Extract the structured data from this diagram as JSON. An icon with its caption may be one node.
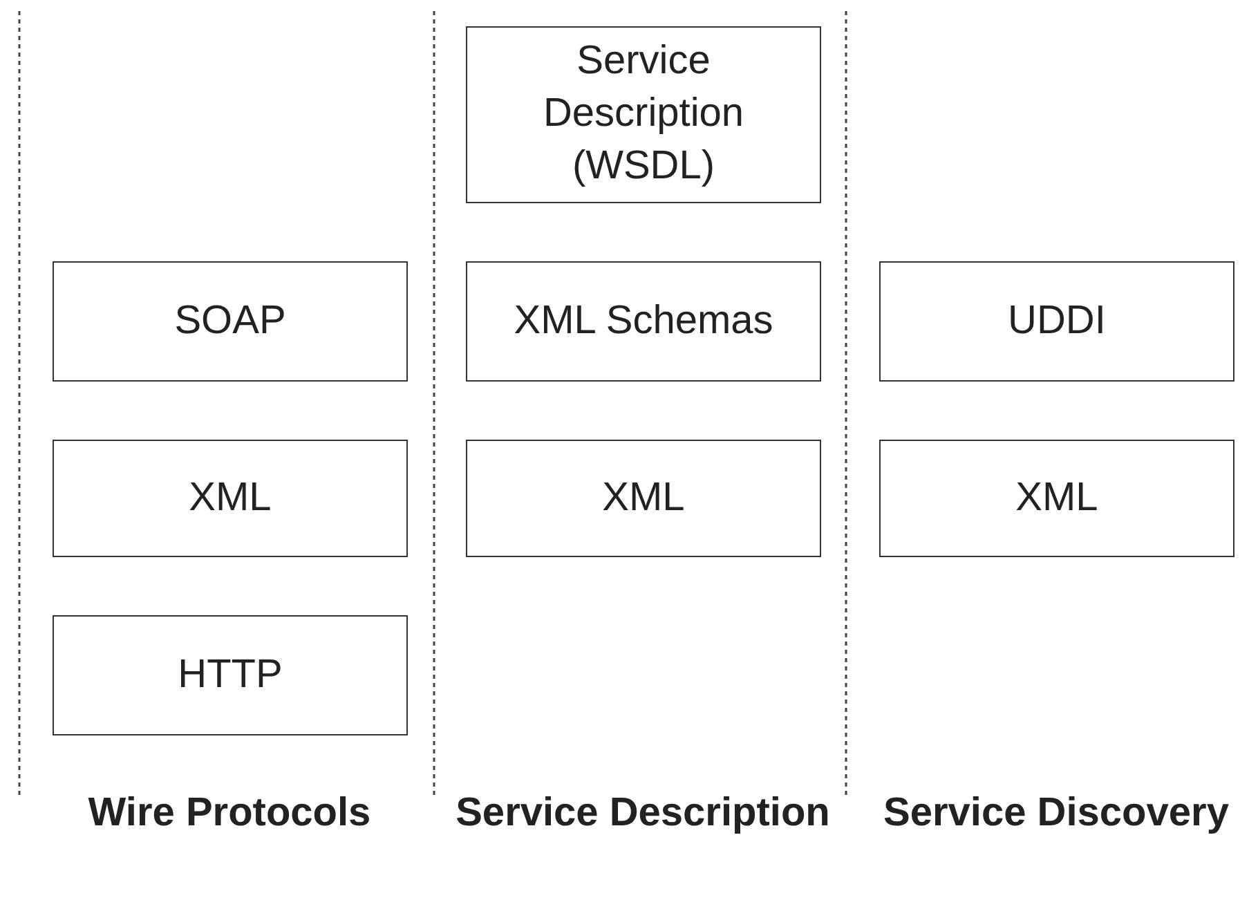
{
  "diagram": {
    "nodes": [
      {
        "text": [
          "Service Description (WSDL)"
        ]
      },
      {
        "text": [
          "SOAP"
        ]
      },
      {
        "text": [
          "XML Schemas"
        ]
      },
      {
        "text": [
          "UDDI"
        ]
      },
      {
        "text": [
          "XML"
        ]
      },
      {
        "text": [
          "XML"
        ]
      },
      {
        "text": [
          "XML"
        ]
      },
      {
        "text": [
          "HTTP"
        ]
      }
    ],
    "labels": [
      "Wire Protocols",
      "Service Description",
      "Service Discovery"
    ]
  }
}
